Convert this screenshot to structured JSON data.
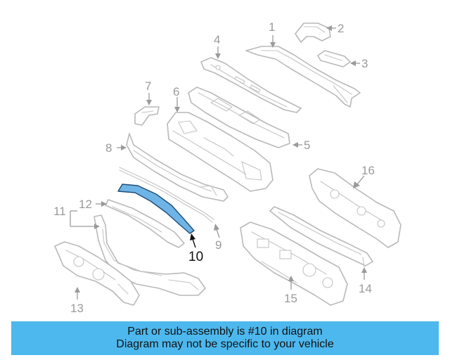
{
  "callouts": {
    "c1": "1",
    "c2": "2",
    "c3": "3",
    "c4": "4",
    "c5": "5",
    "c6": "6",
    "c7": "7",
    "c8": "8",
    "c9": "9",
    "c10": "10",
    "c11": "11",
    "c12": "12",
    "c13": "13",
    "c14": "14",
    "c15": "15",
    "c16": "16"
  },
  "highlighted_part": "10",
  "colors": {
    "highlight_fill": "#6fb4e6",
    "banner_bg": "#4db8ee",
    "parts_outline": "#b9b9b9"
  },
  "banner": {
    "line1": "Part or sub-assembly is #10 in diagram",
    "line2": "Diagram may not be specific to your vehicle"
  }
}
